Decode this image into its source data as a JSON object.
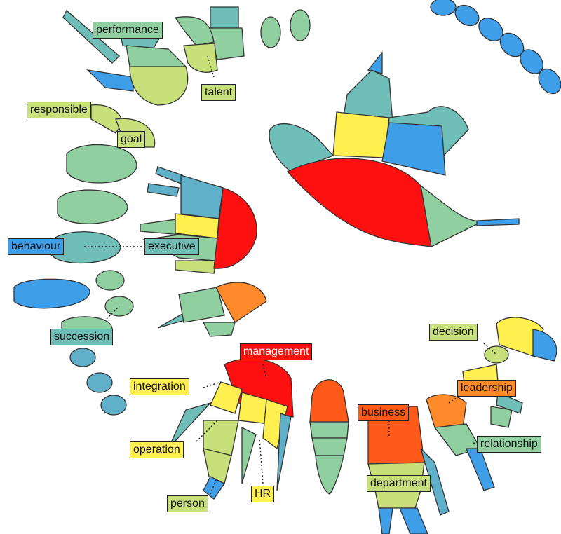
{
  "colors": {
    "red": "#ff1010",
    "orange_red": "#ff5a1a",
    "orange": "#ff8a2a",
    "yellow": "#fff050",
    "lime": "#c8e07a",
    "sage": "#8fcfa0",
    "teal": "#6fbfb8",
    "steel": "#5fb0c8",
    "blue": "#3f9ee8"
  },
  "labels": [
    {
      "key": "performance",
      "text": "performance",
      "color": "#8fcfa0"
    },
    {
      "key": "talent",
      "text": "talent",
      "color": "#c8e07a"
    },
    {
      "key": "responsible",
      "text": "responsible",
      "color": "#c8e07a"
    },
    {
      "key": "goal",
      "text": "goal",
      "color": "#c8e07a"
    },
    {
      "key": "behaviour",
      "text": "behaviour",
      "color": "#3f9ee8"
    },
    {
      "key": "executive",
      "text": "executive",
      "color": "#6fbfb8"
    },
    {
      "key": "succession",
      "text": "succession",
      "color": "#6fbfb8"
    },
    {
      "key": "management",
      "text": "management",
      "color": "#ff1010"
    },
    {
      "key": "integration",
      "text": "integration",
      "color": "#fff050"
    },
    {
      "key": "operation",
      "text": "operation",
      "color": "#fff050"
    },
    {
      "key": "person",
      "text": "person",
      "color": "#c8e07a"
    },
    {
      "key": "hr",
      "text": "HR",
      "color": "#fff050"
    },
    {
      "key": "business",
      "text": "business",
      "color": "#ff5a1a"
    },
    {
      "key": "department",
      "text": "department",
      "color": "#c8e07a"
    },
    {
      "key": "decision",
      "text": "decision",
      "color": "#c8e07a"
    },
    {
      "key": "leadership",
      "text": "leadership",
      "color": "#ff8a2a"
    },
    {
      "key": "relationship",
      "text": "relationship",
      "color": "#8fcfa0"
    }
  ]
}
